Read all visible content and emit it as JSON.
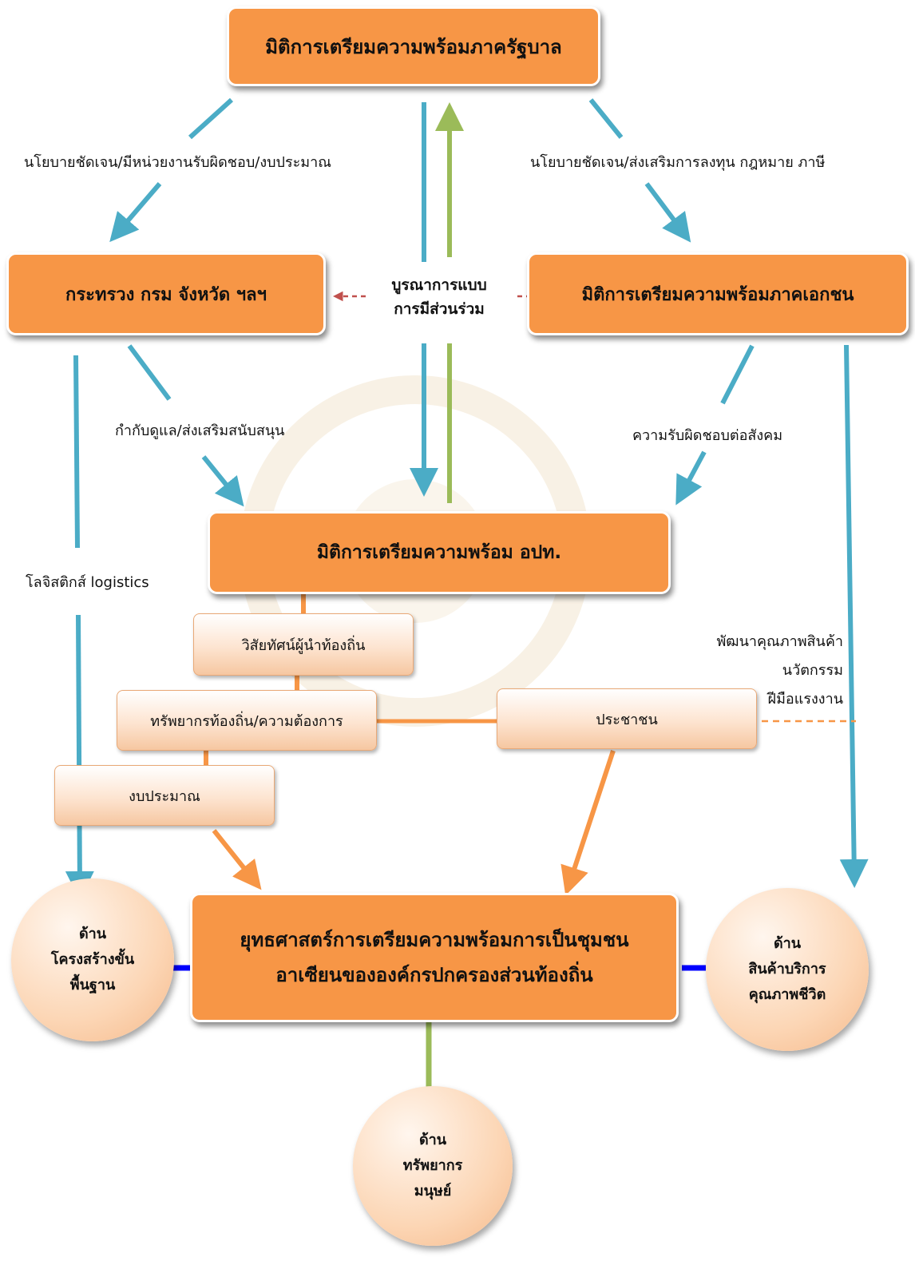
{
  "boxes": {
    "government": "มิติการเตรียมความพร้อมภาครัฐบาล",
    "ministry": "กระทรวง กรม จังหวัด ฯลฯ",
    "private": "มิติการเตรียมความพร้อมภาคเอกชน",
    "local": "มิติการเตรียมความพร้อม อปท.",
    "vision": "วิสัยทัศน์ผู้นำท้องถิ่น",
    "resources": "ทรัพยากรท้องถิ่น/ความต้องการ",
    "budget": "งบประมาณ",
    "people": "ประชาชน",
    "strategy_line1": "ยุทธศาสตร์การเตรียมความพร้อมการเป็นชุมชน",
    "strategy_line2": "อาเซียนขององค์กรปกครองส่วนท้องถิ่น"
  },
  "labels": {
    "gov_to_ministry": "นโยบายชัดเจน/มีหน่วยงานรับผิดชอบ/งบประมาณ",
    "gov_to_private": "นโยบายชัดเจน/ส่งเสริมการลงทุน กฎหมาย ภาษี",
    "integration_line1": "บูรณาการแบบ",
    "integration_line2": "การมีส่วนร่วม",
    "ministry_to_local": "กำกับดูแล/ส่งเสริมสนับสนุน",
    "private_to_local": "ความรับผิดชอบต่อสังคม",
    "logistics": "โลจิสติกส์ logistics",
    "product_line1": "พัฒนาคุณภาพสินค้า",
    "product_line2": "นวัตกรรม",
    "product_line3": "ฝีมือแรงงาน"
  },
  "circles": {
    "infra": {
      "line1": "ด้าน",
      "line2": "โครงสร้างขั้น",
      "line3": "พื้นฐาน"
    },
    "goods": {
      "line1": "ด้าน",
      "line2": "สินค้าบริการ",
      "line3": "คุณภาพชีวิต"
    },
    "human": {
      "line1": "ด้าน",
      "line2": "ทรัพยากร",
      "line3": "มนุษย์"
    }
  },
  "colors": {
    "orange": "#f79646",
    "blue_arrow": "#4bacc6",
    "green_arrow": "#9bbb59",
    "dashed_red": "#c0504d",
    "connector_blue": "#0000ff",
    "connector_orange": "#f79646"
  }
}
